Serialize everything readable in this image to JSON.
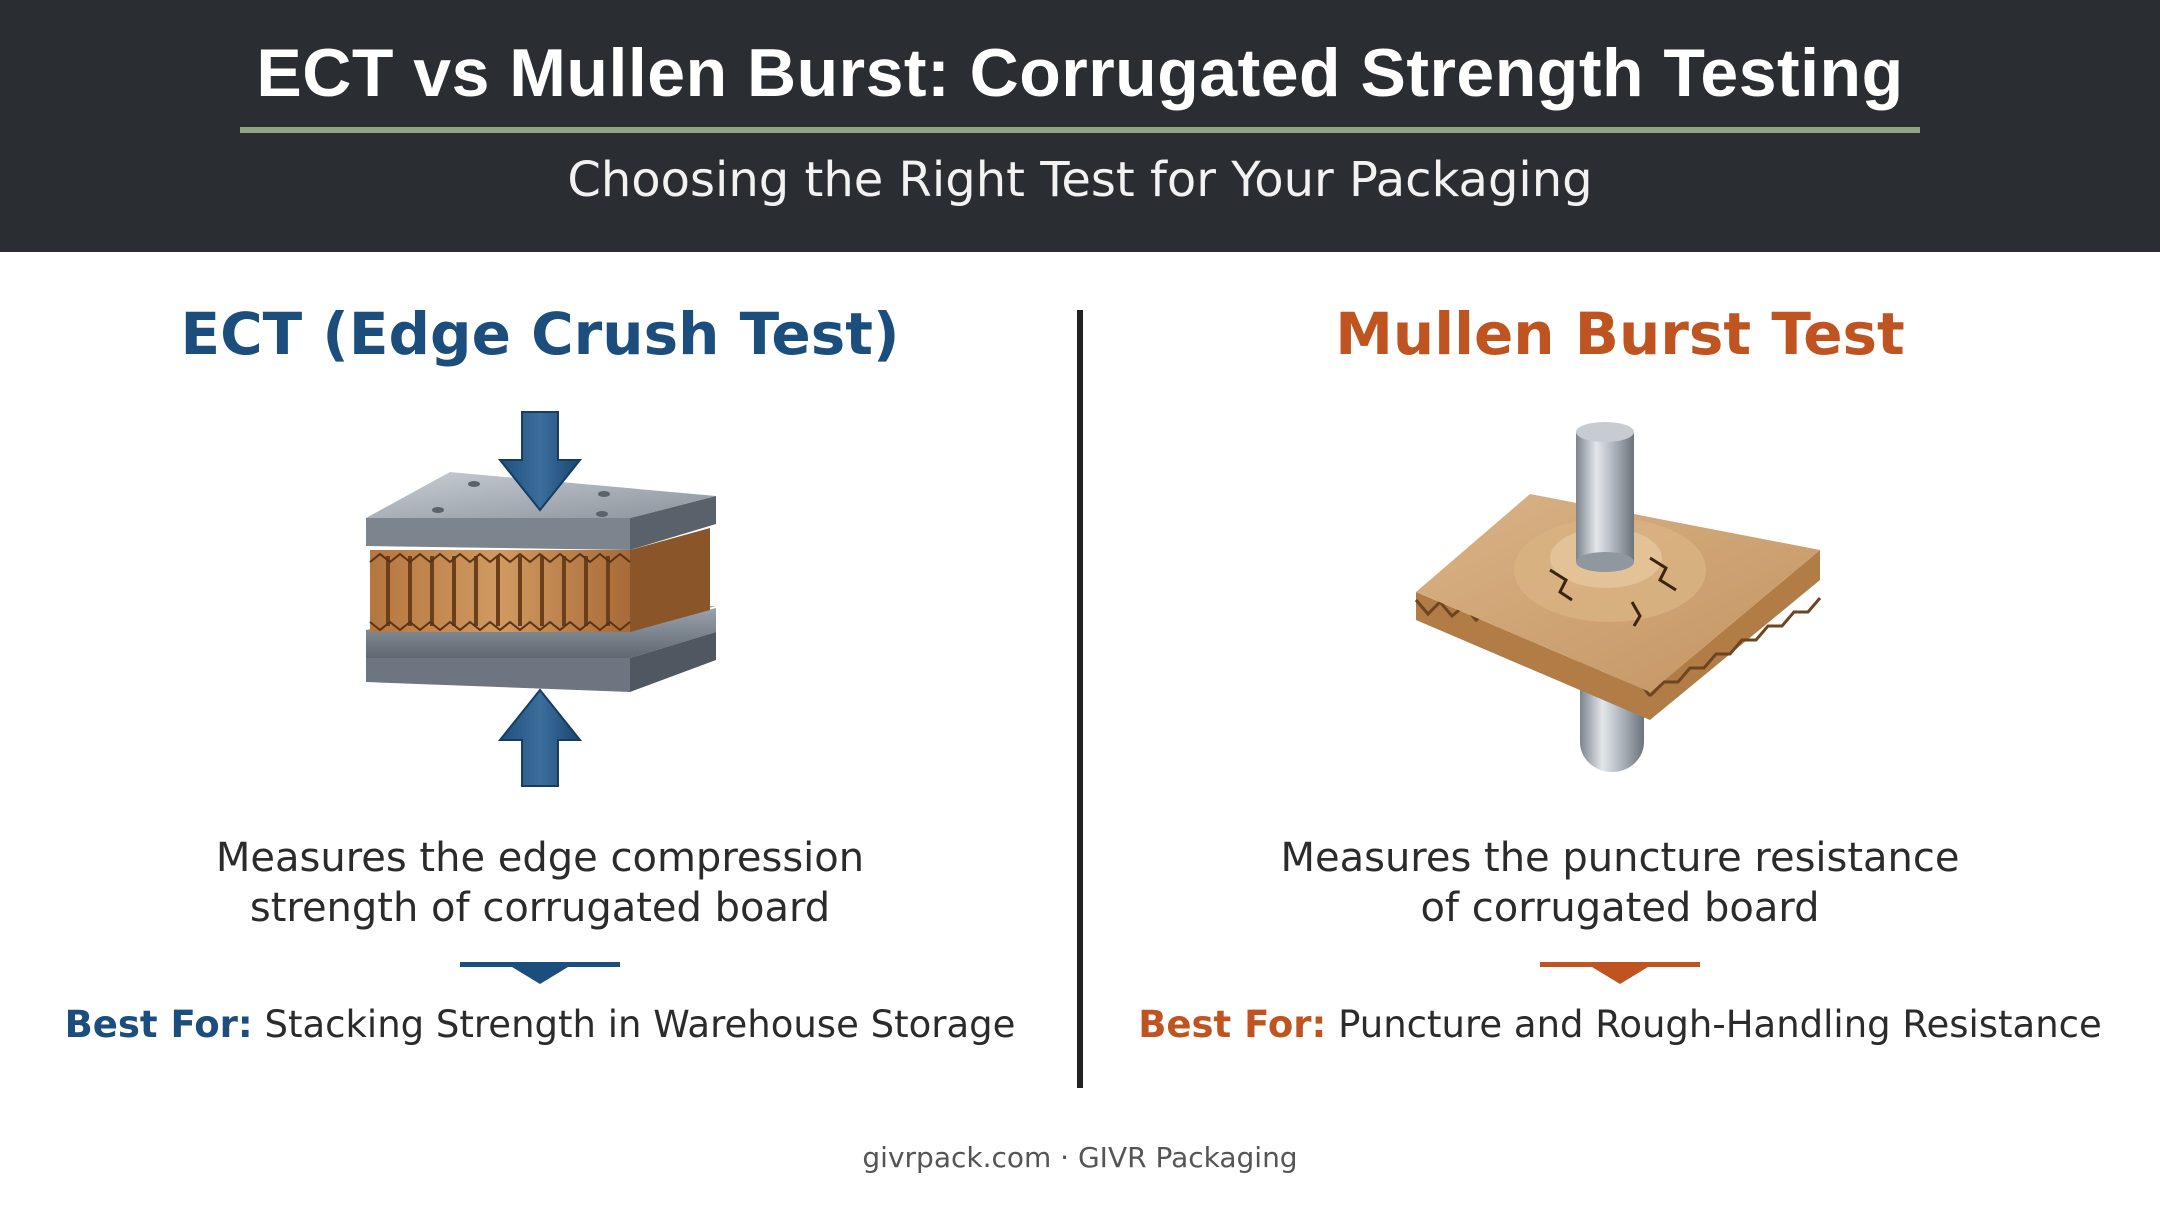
{
  "header": {
    "title": "ECT vs Mullen Burst: Corrugated Strength Testing",
    "subtitle": "Choosing the Right Test for Your Packaging"
  },
  "colors": {
    "header_bg": "#2a2e33",
    "rule": "#8fa583",
    "ect_blue": "#1b4e7c",
    "mullen_orange": "#bf5420"
  },
  "ect": {
    "title": "ECT (Edge Crush Test)",
    "description_line1": "Measures the edge compression",
    "description_line2": "strength of corrugated board",
    "best_for_label": "Best For:",
    "best_for_text": "Stacking Strength in Warehouse Storage",
    "illustration": "edge-crush-press-icon"
  },
  "mullen": {
    "title": "Mullen Burst Test",
    "description_line1": "Measures the puncture resistance",
    "description_line2": "of corrugated board",
    "best_for_label": "Best For:",
    "best_for_text": "Puncture and Rough-Handling Resistance",
    "illustration": "burst-piston-icon"
  },
  "footer": {
    "text": "givrpack.com · GIVR Packaging"
  }
}
